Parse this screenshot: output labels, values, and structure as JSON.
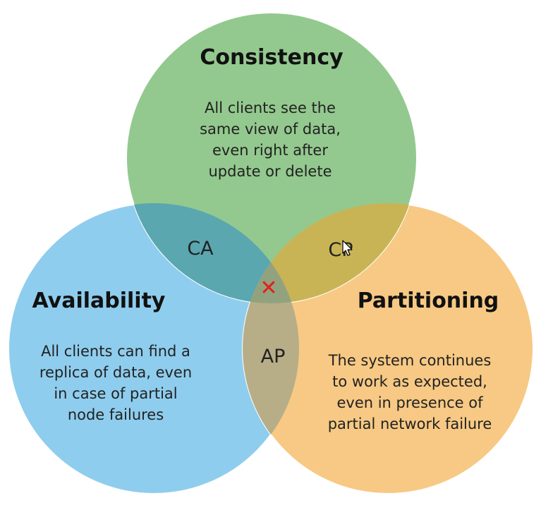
{
  "circles": {
    "consistency": {
      "title": "Consistency",
      "description": [
        "All clients see the",
        "same view of data,",
        "even right after",
        "update or delete"
      ],
      "color": "#93c98e"
    },
    "availability": {
      "title": "Availability",
      "description": [
        "All clients can find a",
        "replica of data, even",
        "in case of partial",
        "node failures"
      ],
      "color": "#8fcdee"
    },
    "partitioning": {
      "title": "Partitioning",
      "description": [
        "The system continues",
        "to work as expected,",
        "even in presence of",
        "partial network failure"
      ],
      "color": "#f7c984"
    }
  },
  "overlaps": {
    "ca": {
      "label": "CA",
      "color": "#5aa7b0"
    },
    "cp": {
      "label": "CP",
      "color": "#c8b455"
    },
    "ap": {
      "label": "AP",
      "color": "#b7ae88"
    },
    "center": {
      "symbol": "✕",
      "color": "#e0201c"
    }
  }
}
